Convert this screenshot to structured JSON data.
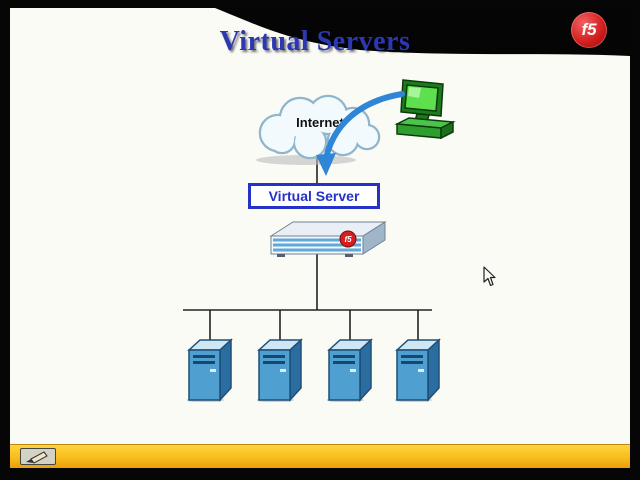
{
  "branding": {
    "logo_text": "f5"
  },
  "slide": {
    "title": "Virtual Servers"
  },
  "diagram": {
    "internet_label": "Internet",
    "virtual_server_label": "Virtual Server",
    "appliance_badge": "f5",
    "backend_server_count": 4
  },
  "colors": {
    "title_text": "#2c38b2",
    "box_border": "#2531c8",
    "arrow_blue": "#2f85d6",
    "f5_red": "#d41f1f",
    "server_front": "#4f9fd0",
    "server_side": "#2a6d9e",
    "bottom_bar_yellow": "#f7bd1c",
    "workstation_green": "#3aa63a"
  }
}
